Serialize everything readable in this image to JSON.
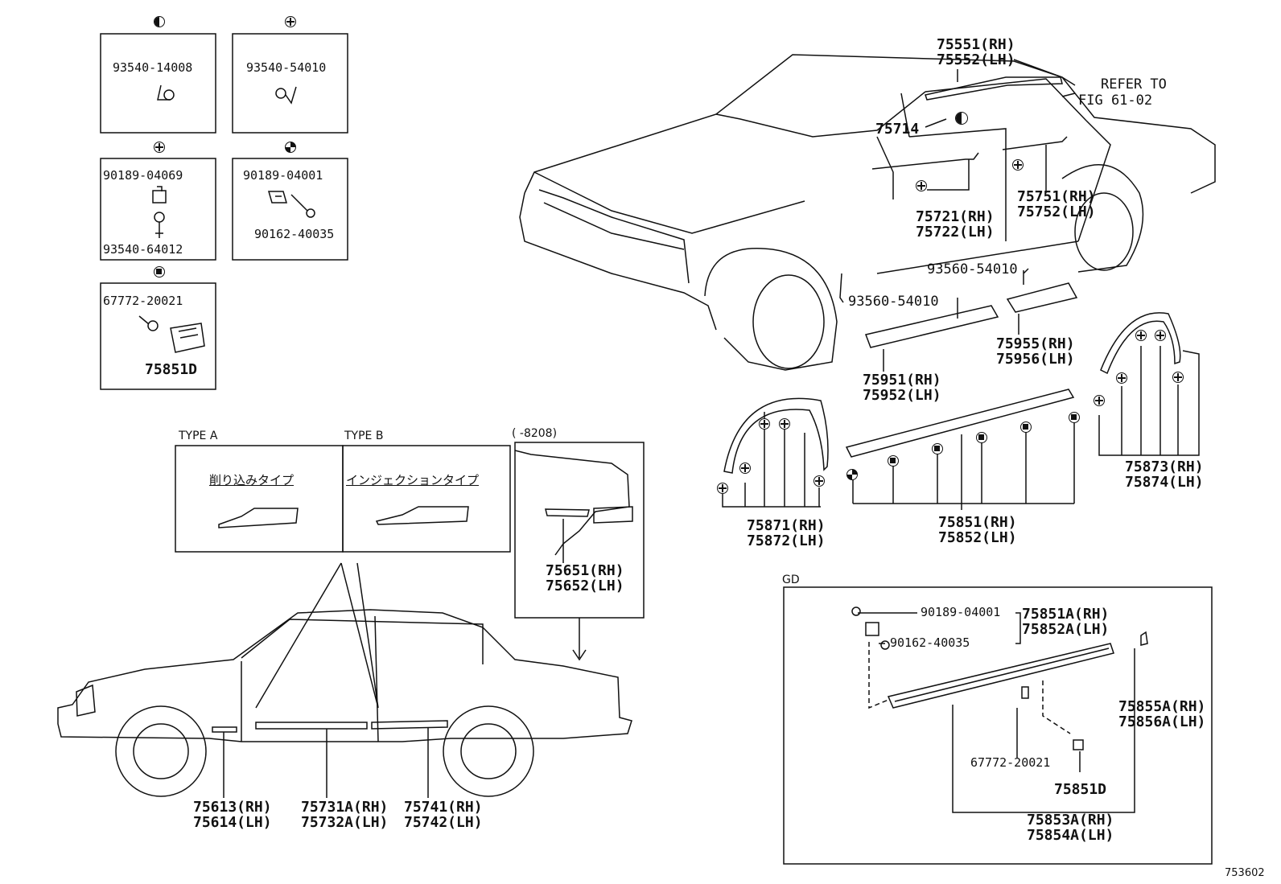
{
  "diagram": {
    "figure_number": "753602",
    "legend_boxes": [
      {
        "id": "box1",
        "parts": [
          "93540-14008"
        ]
      },
      {
        "id": "box2",
        "parts": [
          "93540-54010"
        ]
      },
      {
        "id": "box3",
        "parts": [
          "90189-04069",
          "93540-64012"
        ]
      },
      {
        "id": "box4",
        "parts": [
          "90189-04001",
          "90162-40035"
        ]
      },
      {
        "id": "box5",
        "parts": [
          "67772-20021",
          "75851D"
        ]
      }
    ],
    "types": {
      "type_a": "TYPE A",
      "type_b": "TYPE B",
      "type_a_jp": "削り込みタイプ",
      "type_b_jp": "インジェクションタイプ",
      "date_range": "(    -8208)"
    },
    "upper_parts": [
      {
        "id": "p75551",
        "text": "75551(RH)"
      },
      {
        "id": "p75552",
        "text": "75552(LH)"
      },
      {
        "id": "refer1",
        "text": "REFER TO"
      },
      {
        "id": "refer2",
        "text": "FIG 61-02"
      },
      {
        "id": "p75714",
        "text": "75714"
      },
      {
        "id": "p75721",
        "text": "75721(RH)"
      },
      {
        "id": "p75722",
        "text": "75722(LH)"
      },
      {
        "id": "p75751",
        "text": "75751(RH)"
      },
      {
        "id": "p75752",
        "text": "75752(LH)"
      },
      {
        "id": "p93560a",
        "text": "93560-54010"
      },
      {
        "id": "p93560b",
        "text": "93560-54010"
      },
      {
        "id": "p75955",
        "text": "75955(RH)"
      },
      {
        "id": "p75956",
        "text": "75956(LH)"
      },
      {
        "id": "p75951",
        "text": "75951(RH)"
      },
      {
        "id": "p75952",
        "text": "75952(LH)"
      },
      {
        "id": "p75873",
        "text": "75873(RH)"
      },
      {
        "id": "p75874",
        "text": "75874(LH)"
      },
      {
        "id": "p75871",
        "text": "75871(RH)"
      },
      {
        "id": "p75872",
        "text": "75872(LH)"
      },
      {
        "id": "p75851",
        "text": "75851(RH)"
      },
      {
        "id": "p75852",
        "text": "75852(LH)"
      }
    ],
    "lower_parts": [
      {
        "id": "p75651",
        "text": "75651(RH)"
      },
      {
        "id": "p75652",
        "text": "75652(LH)"
      },
      {
        "id": "p75613",
        "text": "75613(RH)"
      },
      {
        "id": "p75614",
        "text": "75614(LH)"
      },
      {
        "id": "p75731",
        "text": "75731A(RH)"
      },
      {
        "id": "p75732",
        "text": "75732A(LH)"
      },
      {
        "id": "p75741",
        "text": "75741(RH)"
      },
      {
        "id": "p75742",
        "text": "75742(LH)"
      }
    ],
    "gd_box": {
      "title": "GD",
      "parts": [
        {
          "id": "g90189",
          "text": "90189-04001"
        },
        {
          "id": "g90162",
          "text": "90162-40035"
        },
        {
          "id": "g75851A",
          "text": "75851A(RH)"
        },
        {
          "id": "g75852A",
          "text": "75852A(LH)"
        },
        {
          "id": "g75855A",
          "text": "75855A(RH)"
        },
        {
          "id": "g75856A",
          "text": "75856A(LH)"
        },
        {
          "id": "g67772",
          "text": "67772-20021"
        },
        {
          "id": "g75851D",
          "text": "75851D"
        },
        {
          "id": "g75853A",
          "text": "75853A(RH)"
        },
        {
          "id": "g75854A",
          "text": "75854A(LH)"
        }
      ]
    }
  }
}
